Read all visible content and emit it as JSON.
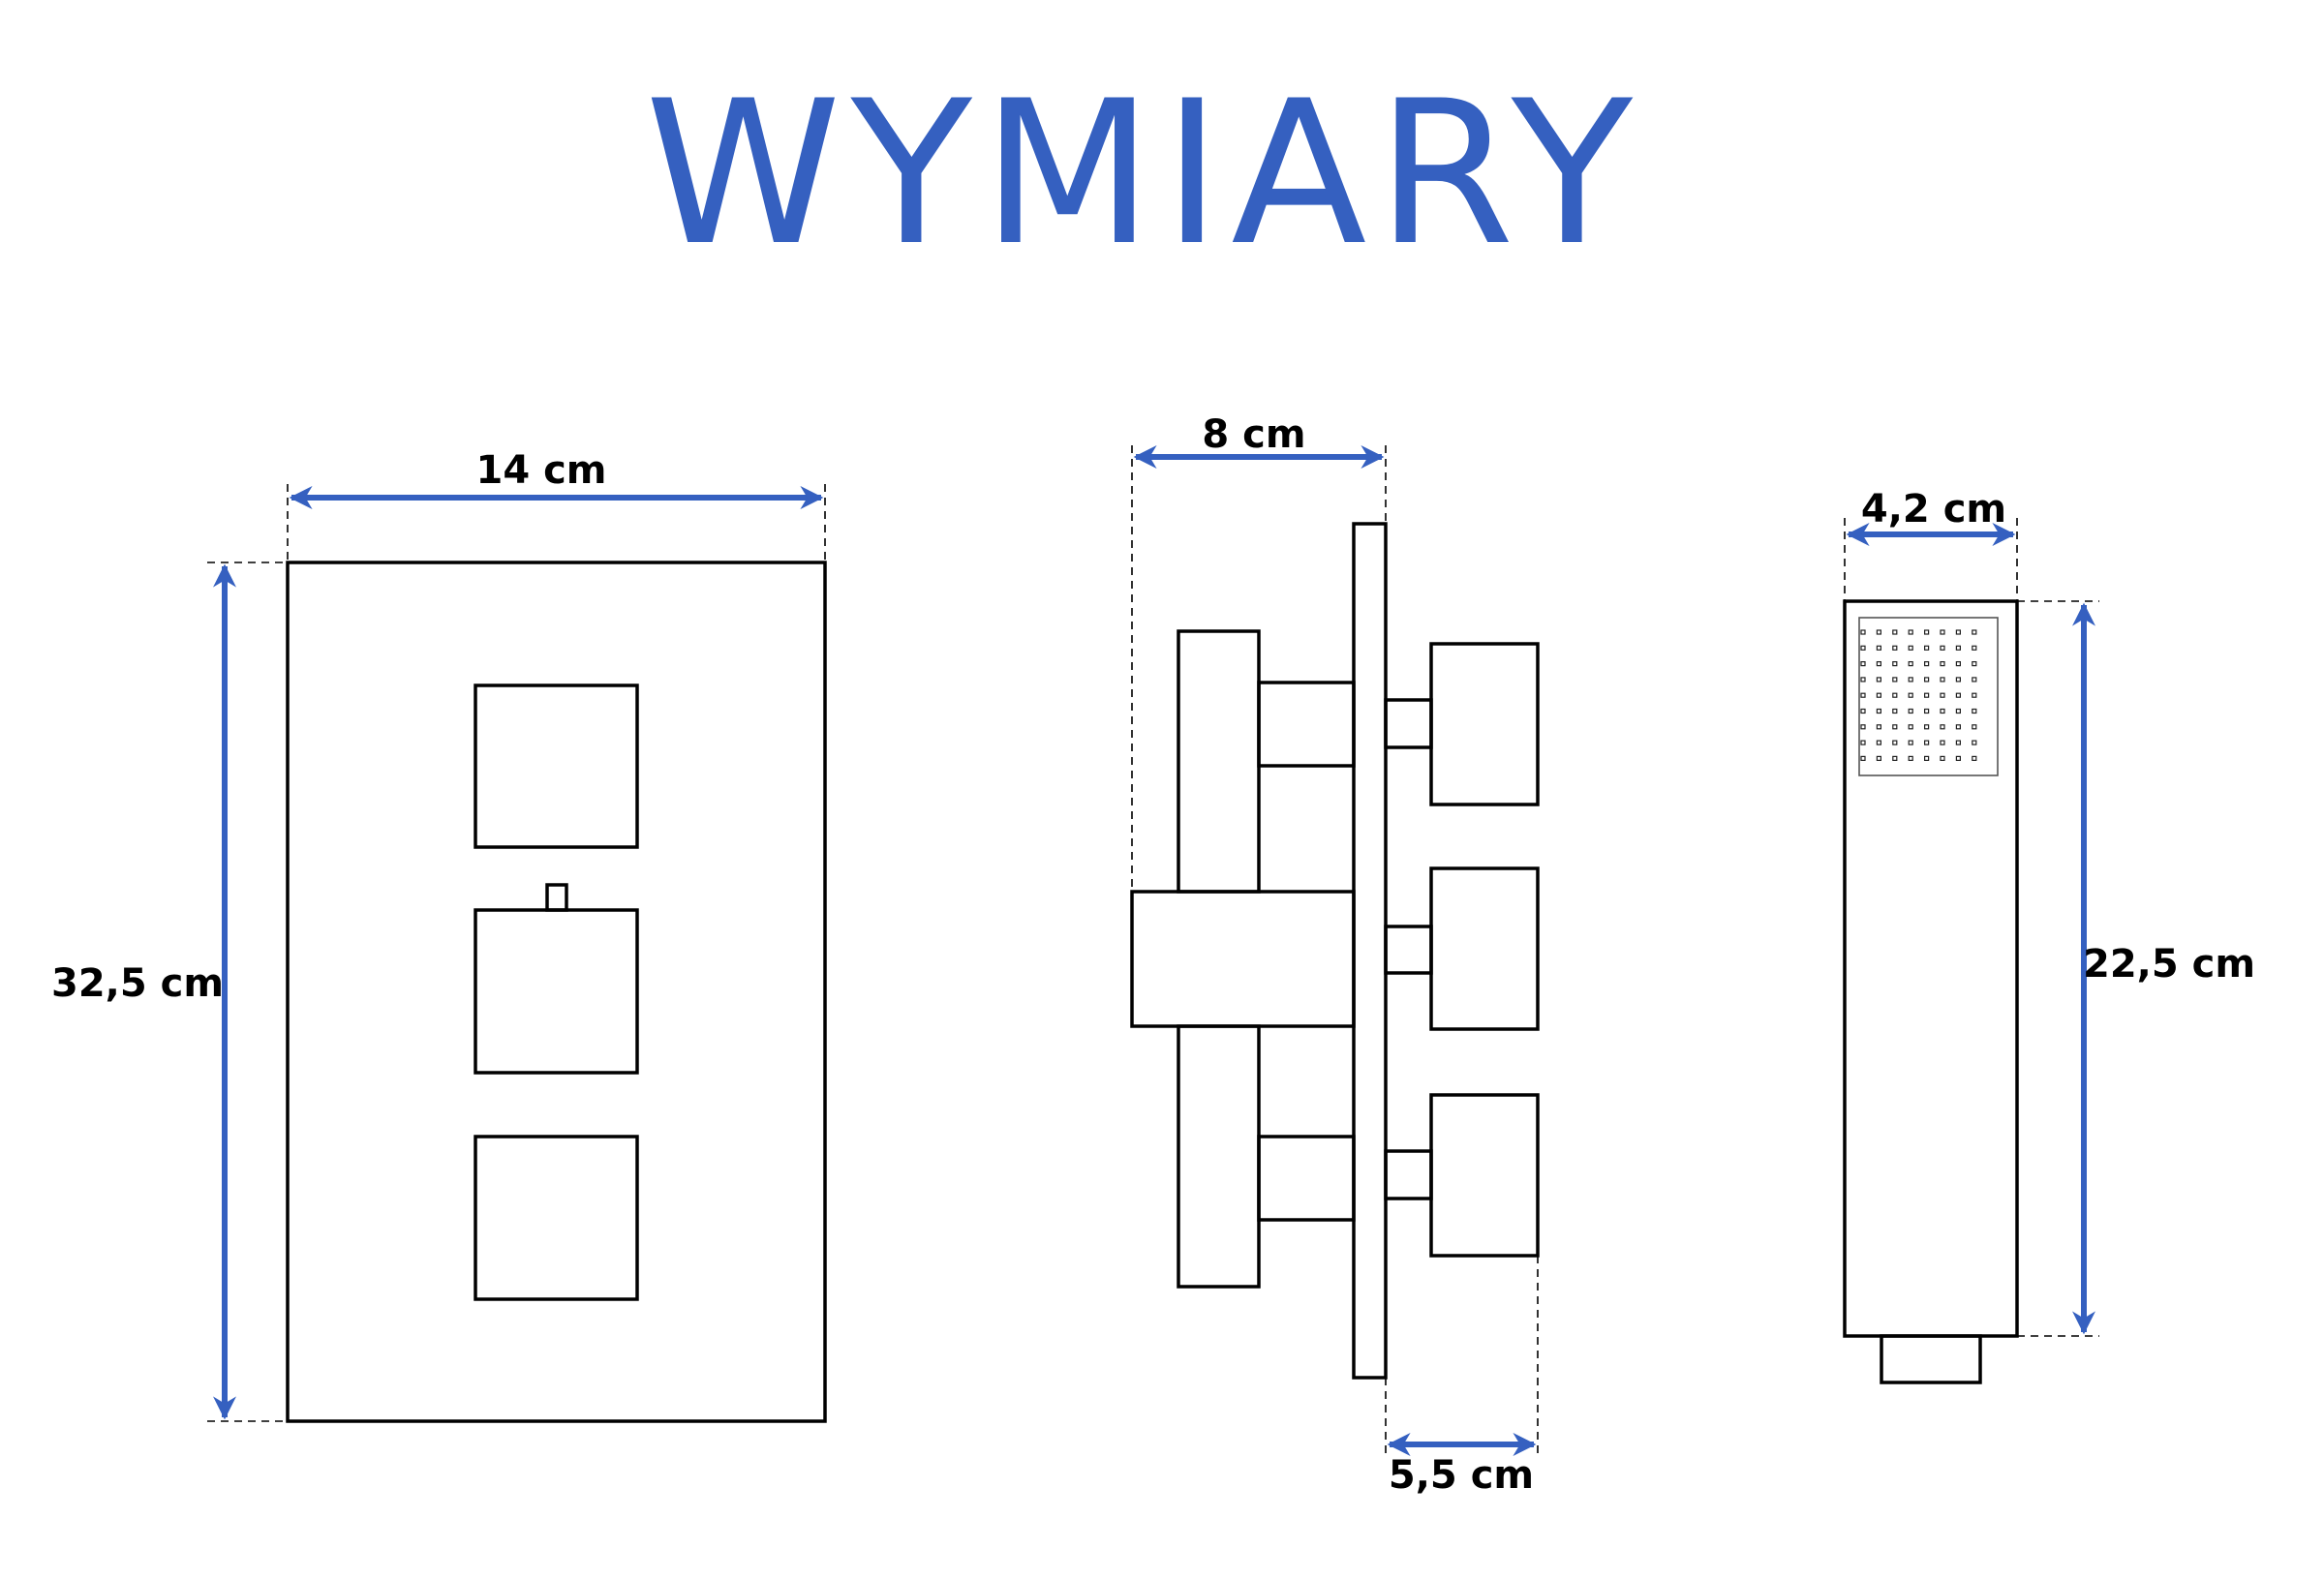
{
  "title": "WYMIARY",
  "colors": {
    "accent": "#3560c0",
    "line": "#000000"
  },
  "front_view": {
    "width_label": "14 cm",
    "height_label": "32,5 cm",
    "knob_count": 3
  },
  "side_view": {
    "depth_label": "8 cm",
    "knob_depth_label": "5,5 cm",
    "knob_count": 3
  },
  "hand_shower": {
    "width_label": "4,2 cm",
    "height_label": "22,5 cm",
    "nozzle_grid": {
      "columns": 8,
      "rows": 9
    }
  }
}
